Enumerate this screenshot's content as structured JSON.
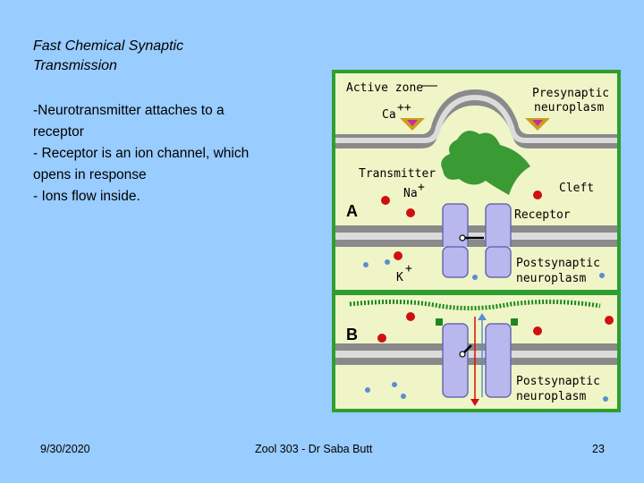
{
  "slide": {
    "title_lines": [
      "Fast Chemical Synaptic",
      "Transmission"
    ],
    "body_lines": [
      "-Neurotransmitter attaches to a",
      "receptor",
      "- Receptor is an ion channel, which",
      "opens in response",
      "- Ions flow inside."
    ],
    "footer": {
      "date": "9/30/2020",
      "center": "Zool 303 - Dr Saba Butt",
      "page": "23"
    }
  },
  "figure": {
    "labels": {
      "active_zone": "Active zone",
      "presynaptic_1": "Presynaptic",
      "presynaptic_2": "neuroplasm",
      "ca": "Ca",
      "ca_charge": "++",
      "transmitter": "Transmitter",
      "na": "Na",
      "na_charge": "+",
      "cleft": "Cleft",
      "receptor": "Receptor",
      "postsyn_a_1": "Postsynaptic",
      "postsyn_a_2": "neuroplasm",
      "k": "K",
      "k_charge": "+",
      "postsyn_b_1": "Postsynaptic",
      "postsyn_b_2": "neuroplasm",
      "panel_a": "A",
      "panel_b": "B"
    },
    "colors": {
      "frame": "#2f9e2f",
      "cleft_fill": "#f0f5c8",
      "membrane_gray": "#8a8a8a",
      "membrane_light": "#dcdcdc",
      "receptor": "#b8b8ee",
      "sodium": "#d01010",
      "potassium": "#5a8ed0",
      "transmitter": "#1a8a1a",
      "channel_marker": "#cc2aa0"
    }
  }
}
